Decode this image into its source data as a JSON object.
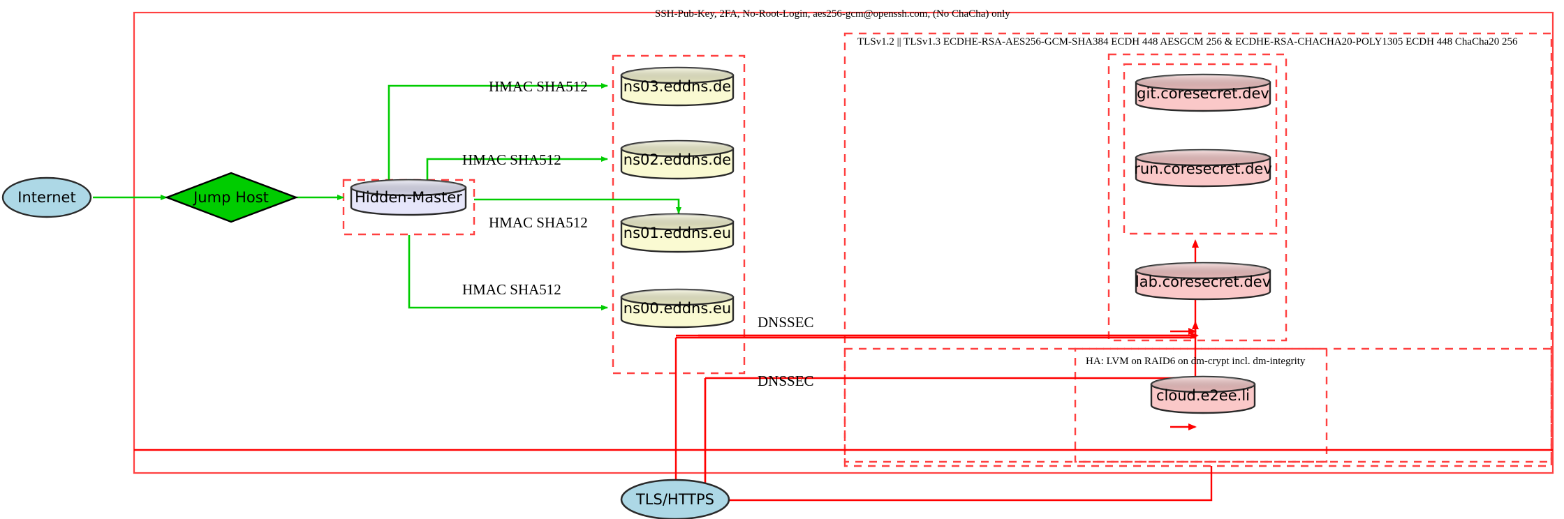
{
  "diagram": {
    "title_label": "SSH-Pub-Key, 2FA, No-Root-Login, aes256-gcm@openssh.com, (No ChaCha) only",
    "clusters": [
      {
        "id": "tls",
        "label": "TLSv1.2 || TLSv1.3 ECDHE-RSA-AES256-GCM-SHA384 ECDH 448 AESGCM 256 & ECDHE-RSA-CHACHA20-POLY1305 ECDH 448 ChaCha20 256"
      },
      {
        "id": "ha",
        "label": "HA: LVM on RAID6 on dm-crypt incl. dm-integrity"
      }
    ],
    "nodes": [
      {
        "id": "internet",
        "label": "Internet",
        "shape": "ellipse",
        "fill": "#add8e6"
      },
      {
        "id": "jumphost",
        "label": "Jump Host",
        "shape": "diamond",
        "fill": "#00cc00"
      },
      {
        "id": "hidden-master",
        "label": "Hidden-Master",
        "shape": "cylinder",
        "fill": "#e6e6fa"
      },
      {
        "id": "ns03",
        "label": "ns03.eddns.de",
        "shape": "cylinder",
        "fill": "#fafad2"
      },
      {
        "id": "ns02",
        "label": "ns02.eddns.de",
        "shape": "cylinder",
        "fill": "#fafad2"
      },
      {
        "id": "ns01",
        "label": "ns01.eddns.eu",
        "shape": "cylinder",
        "fill": "#fafad2"
      },
      {
        "id": "ns00",
        "label": "ns00.eddns.eu",
        "shape": "cylinder",
        "fill": "#fafad2"
      },
      {
        "id": "git",
        "label": "git.coresecret.dev",
        "shape": "cylinder",
        "fill": "#fac8c8"
      },
      {
        "id": "run",
        "label": "run.coresecret.dev",
        "shape": "cylinder",
        "fill": "#fac8c8"
      },
      {
        "id": "lab",
        "label": "lab.coresecret.dev",
        "shape": "cylinder",
        "fill": "#fac8c8"
      },
      {
        "id": "cloud",
        "label": "cloud.e2ee.li",
        "shape": "cylinder",
        "fill": "#fac8c8"
      },
      {
        "id": "tlshttps",
        "label": "TLS/HTTPS",
        "shape": "ellipse",
        "fill": "#add8e6"
      }
    ],
    "edge_labels": [
      {
        "id": "hmac-ns03",
        "text": "HMAC SHA512"
      },
      {
        "id": "hmac-ns02",
        "text": "HMAC SHA512"
      },
      {
        "id": "hmac-ns01",
        "text": "HMAC SHA512"
      },
      {
        "id": "hmac-ns00",
        "text": "HMAC SHA512"
      },
      {
        "id": "dnssec-1",
        "text": "DNSSEC"
      },
      {
        "id": "dnssec-2",
        "text": "DNSSEC"
      }
    ],
    "colors": {
      "edge_green": "#00cc00",
      "edge_red": "#ff0000",
      "cluster_border": "#ff4040",
      "node_stroke": "#2a2a2a"
    }
  }
}
